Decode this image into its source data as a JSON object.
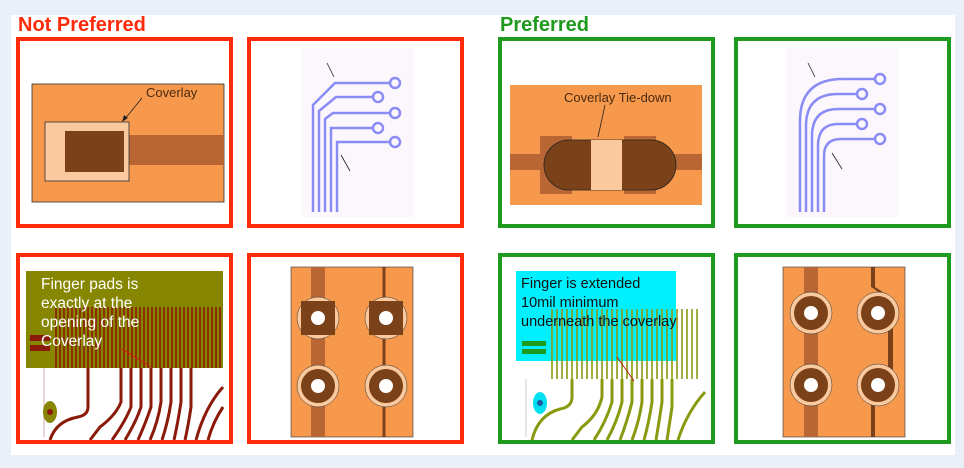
{
  "sections": {
    "not_preferred": {
      "title": "Not Preferred",
      "color": "#ff2a0a"
    },
    "preferred": {
      "title": "Preferred",
      "color": "#1e9a1e"
    }
  },
  "diagrams": {
    "np_coverlay_label": "Coverlay",
    "p_coverlay_label": "Coverlay Tie-down",
    "np_finger_note": [
      "Finger pads is",
      "exactly at the",
      "opening of the",
      "Coverlay"
    ],
    "p_finger_note": [
      "Finger is extended",
      "10mil minimum",
      "underneath the coverlay"
    ]
  }
}
